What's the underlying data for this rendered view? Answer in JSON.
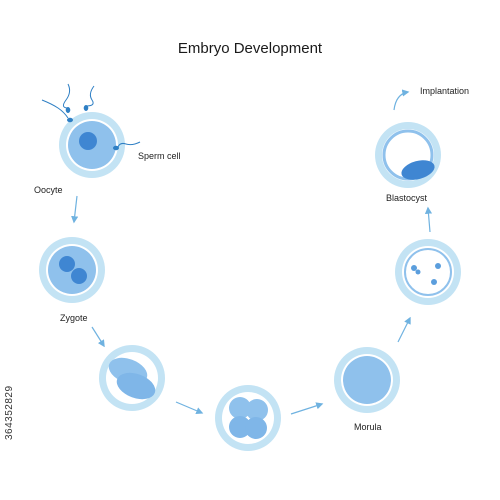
{
  "title": "Embryo Development",
  "labels": {
    "sperm": "Sperm cell",
    "oocyte": "Oocyte",
    "zygote": "Zygote",
    "morula": "Morula",
    "blastocyst": "Blastocyst",
    "implantation": "Implantation"
  },
  "watermark": "364352829",
  "colors": {
    "halo": "#c3e3f4",
    "ring": "#a8d3ee",
    "cell": "#8fc1ec",
    "nucleus": "#3f86d2",
    "arrow": "#6fb2e0",
    "sperm": "#2e7fc4"
  }
}
